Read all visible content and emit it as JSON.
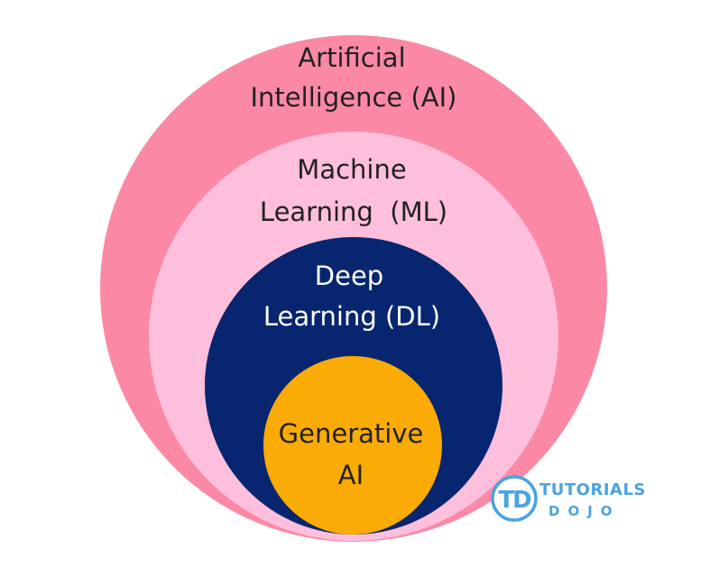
{
  "circles": [
    {
      "id": "ai",
      "label_lines": [
        "Artificial",
        "Intelligence (AI)"
      ],
      "color": "#fb89a6",
      "text_color": "#222222"
    },
    {
      "id": "ml",
      "label_lines": [
        "Machine",
        "Learning  (ML)"
      ],
      "color": "#fdbfdb",
      "text_color": "#222222"
    },
    {
      "id": "dl",
      "label_lines": [
        "Deep",
        "Learning (DL)"
      ],
      "color": "#07266f",
      "text_color": "#ffffff"
    },
    {
      "id": "genai",
      "label_lines": [
        "Generative",
        "AI"
      ],
      "color": "#fbab06",
      "text_color": "#222222"
    }
  ],
  "logo": {
    "monogram": "TD",
    "line1": "TUTORIALS",
    "line2": "DOJO",
    "color": "#4aa3e2"
  }
}
